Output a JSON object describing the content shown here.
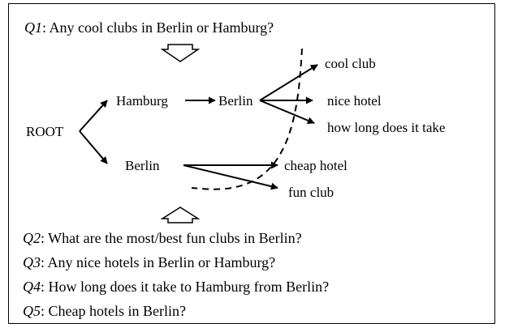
{
  "queries": [
    {
      "id": "Q1",
      "text": ": Any cool clubs in Berlin or Hamburg?"
    },
    {
      "id": "Q2",
      "text": ": What are the most/best fun clubs in Berlin?"
    },
    {
      "id": "Q3",
      "text": ": Any nice hotels in Berlin or Hamburg?"
    },
    {
      "id": "Q4",
      "text": ": How long does it take to Hamburg from Berlin?"
    },
    {
      "id": "Q5",
      "text": ": Cheap hotels in Berlin?"
    }
  ],
  "tree": {
    "root": "ROOT",
    "level1": {
      "hamburg": "Hamburg",
      "berlin": "Berlin"
    },
    "level2": {
      "berlin": "Berlin"
    },
    "leaves": {
      "cool_club": "cool club",
      "nice_hotel": "nice hotel",
      "how_long": "how long does it take",
      "cheap_hotel": "cheap hotel",
      "fun_club": "fun club"
    }
  }
}
